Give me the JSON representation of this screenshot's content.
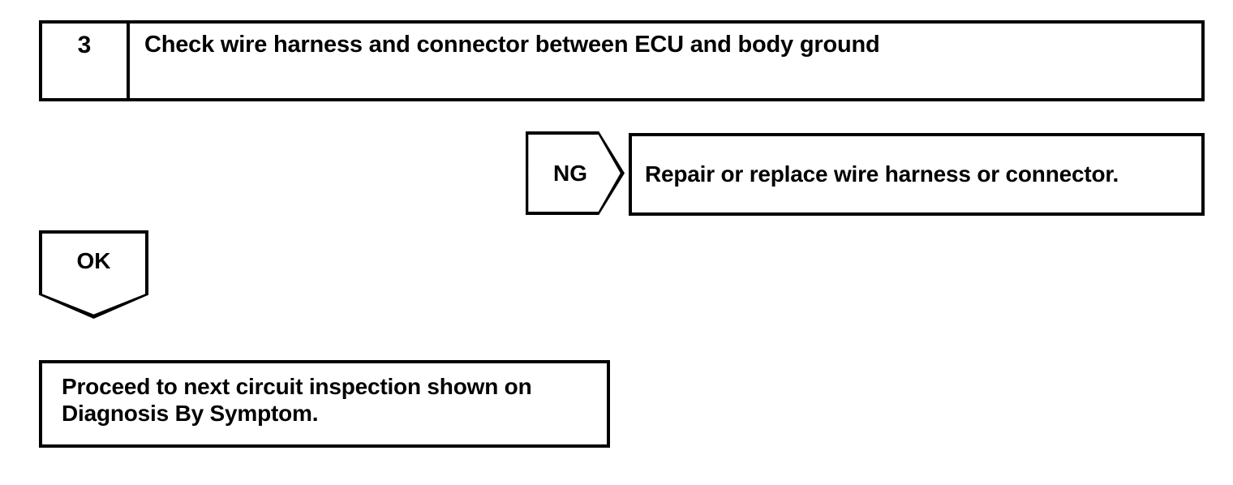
{
  "diagram": {
    "type": "troubleshooting-flowchart",
    "step": {
      "number": "3",
      "title": "Check wire harness and connector between ECU and body ground"
    },
    "branches": [
      {
        "judgement": "NG",
        "direction": "right",
        "result_text": "Repair or replace wire harness or connector."
      },
      {
        "judgement": "OK",
        "direction": "down",
        "result_text": " Proceed to next circuit inspection shown on\nDiagnosis By Symptom."
      }
    ],
    "colors": {
      "line": "#000000",
      "text": "#000000",
      "background": "#ffffff"
    }
  }
}
